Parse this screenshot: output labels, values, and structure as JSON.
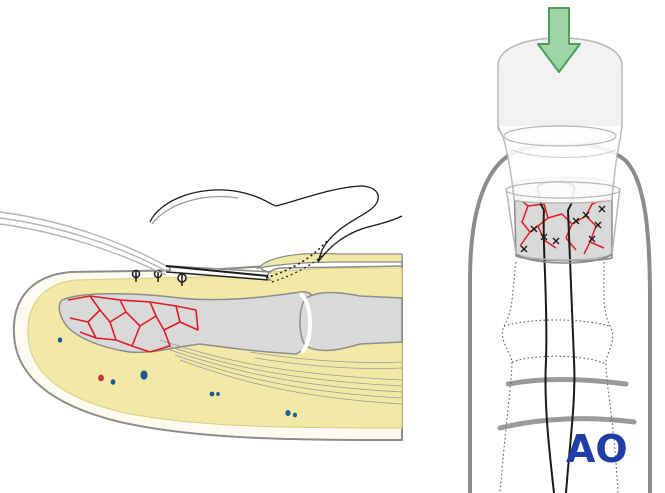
{
  "logo": {
    "text": "AO",
    "color": "#1f3fa6"
  },
  "colors": {
    "soft_tissue_fill": "#f3e9a7",
    "soft_tissue_stroke": "#bfbfbf",
    "bone_fill": "#d9d9d9",
    "bone_stroke": "#8c8c8c",
    "fracture_lines": "#e31b23",
    "suture": "#1a1a1a",
    "arrow_fill": "#9fd4a6",
    "arrow_stroke": "#4c9e5a",
    "vessel_blue": "#1d5c8c",
    "vessel_red": "#c23a3a",
    "finger_outline": "#8c8c8c"
  },
  "icons": {
    "left_panel": "lateral-finger-illustration",
    "right_panel": "dorsal-finger-illustration",
    "arrow": "compression-arrow-icon"
  }
}
